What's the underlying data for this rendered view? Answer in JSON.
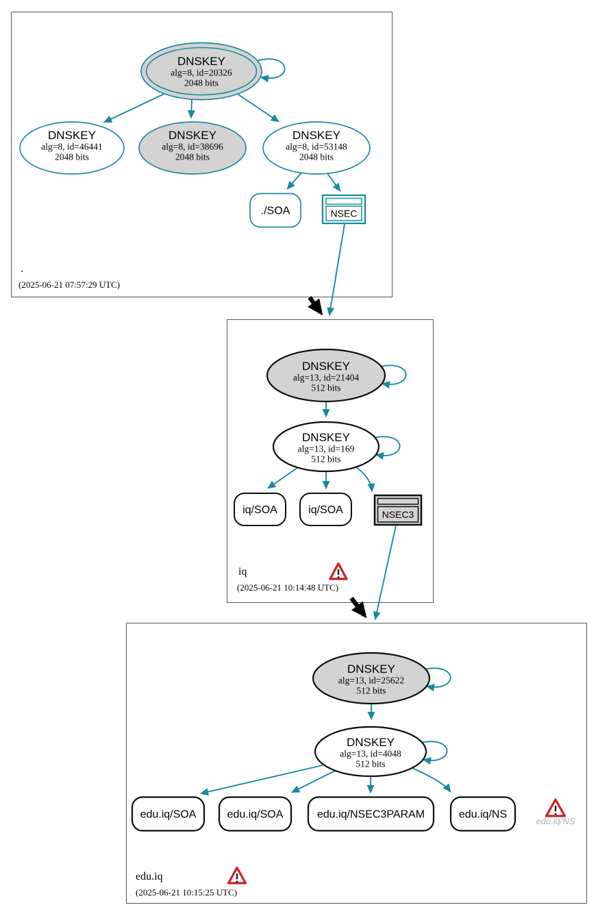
{
  "zone_root": {
    "label": ".",
    "timestamp": "(2025-06-21 07:57:29 UTC)",
    "ksk": {
      "title": "DNSKEY",
      "detail": "alg=8, id=20326",
      "bits": "2048 bits"
    },
    "key_46441": {
      "title": "DNSKEY",
      "detail": "alg=8, id=46441",
      "bits": "2048 bits"
    },
    "key_38696": {
      "title": "DNSKEY",
      "detail": "alg=8, id=38696",
      "bits": "2048 bits"
    },
    "key_53148": {
      "title": "DNSKEY",
      "detail": "alg=8, id=53148",
      "bits": "2048 bits"
    },
    "soa_label": "./SOA",
    "nsec_label": "NSEC"
  },
  "zone_iq": {
    "label": "iq",
    "timestamp": "(2025-06-21 10:14:48 UTC)",
    "ksk": {
      "title": "DNSKEY",
      "detail": "alg=13, id=21404",
      "bits": "512 bits"
    },
    "zsk": {
      "title": "DNSKEY",
      "detail": "alg=13, id=169",
      "bits": "512 bits"
    },
    "soa1_label": "iq/SOA",
    "soa2_label": "iq/SOA",
    "nsec3_label": "NSEC3"
  },
  "zone_eduiq": {
    "label": "edu.iq",
    "timestamp": "(2025-06-21 10:15:25 UTC)",
    "ksk": {
      "title": "DNSKEY",
      "detail": "alg=13, id=25622",
      "bits": "512 bits"
    },
    "zsk": {
      "title": "DNSKEY",
      "detail": "alg=13, id=4048",
      "bits": "512 bits"
    },
    "soa1_label": "edu.iq/SOA",
    "soa2_label": "edu.iq/SOA",
    "nsec3param_label": "edu.iq/NSEC3PARAM",
    "ns_label": "edu.iq/NS",
    "ns_warning_label": "edu.iq/NS"
  },
  "colors": {
    "secure_edge": "#1a8a9e",
    "node_fill": "#d3d3d3",
    "warning": "#cb2026"
  }
}
